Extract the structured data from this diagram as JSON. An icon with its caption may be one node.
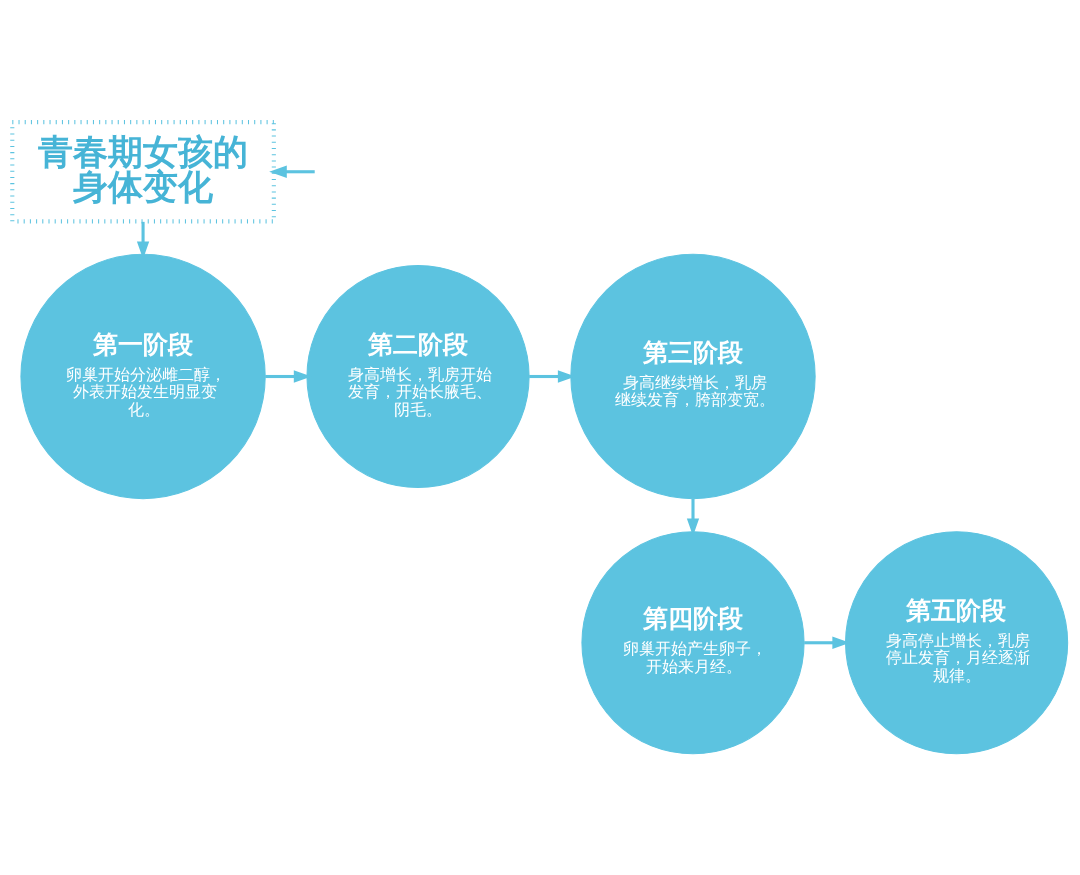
{
  "diagram": {
    "nodes": [
      {
        "text": [
          "青春期女孩的身体变化"
        ]
      },
      {
        "text": [
          "第一阶段",
          "卵巢开始分泌雌二醇，外表开始发生明显变化。"
        ]
      },
      {
        "text": [
          "第二阶段",
          "身高增长，乳房开始发育，开始长腋毛、阴毛。"
        ]
      },
      {
        "text": [
          "第三阶段",
          "身高继续增长，乳房继续发育，胯部变宽。"
        ]
      },
      {
        "text": [
          "第四阶段",
          "卵巢开始产生卵子，开始来月经。"
        ]
      },
      {
        "text": [
          "第五阶段",
          "身高停止增长，乳房停止发育，月经逐渐规律。"
        ]
      }
    ],
    "edges": [
      {
        "from": null,
        "to": 0,
        "arrow": "to"
      },
      {
        "from": 0,
        "to": 1,
        "arrow": "to"
      },
      {
        "from": 1,
        "to": 2,
        "arrow": "to"
      },
      {
        "from": 2,
        "to": 3,
        "arrow": "to"
      },
      {
        "from": 3,
        "to": 4,
        "arrow": "to"
      },
      {
        "from": 4,
        "to": 5,
        "arrow": "to"
      }
    ]
  }
}
